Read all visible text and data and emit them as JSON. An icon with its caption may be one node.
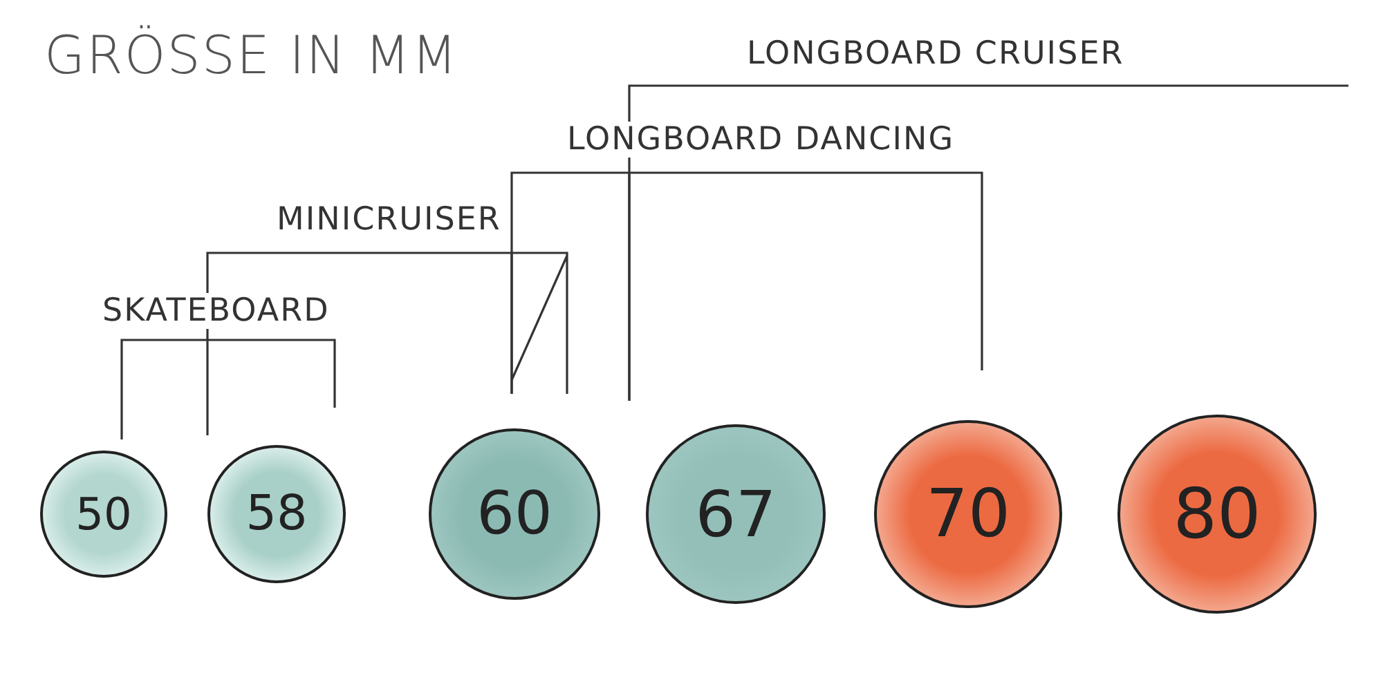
{
  "diagram": {
    "title": "GRÖSSE IN MM",
    "nodes": [
      {
        "text": [
          "50"
        ]
      },
      {
        "text": [
          "58"
        ]
      },
      {
        "text": [
          "60"
        ]
      },
      {
        "text": [
          "67"
        ]
      },
      {
        "text": [
          "70"
        ]
      },
      {
        "text": [
          "80"
        ]
      }
    ],
    "labels": [
      "LONGBOARD CRUISER",
      "LONGBOARD DANCING",
      "MINICRUISER",
      "SKATEBOARD"
    ]
  }
}
